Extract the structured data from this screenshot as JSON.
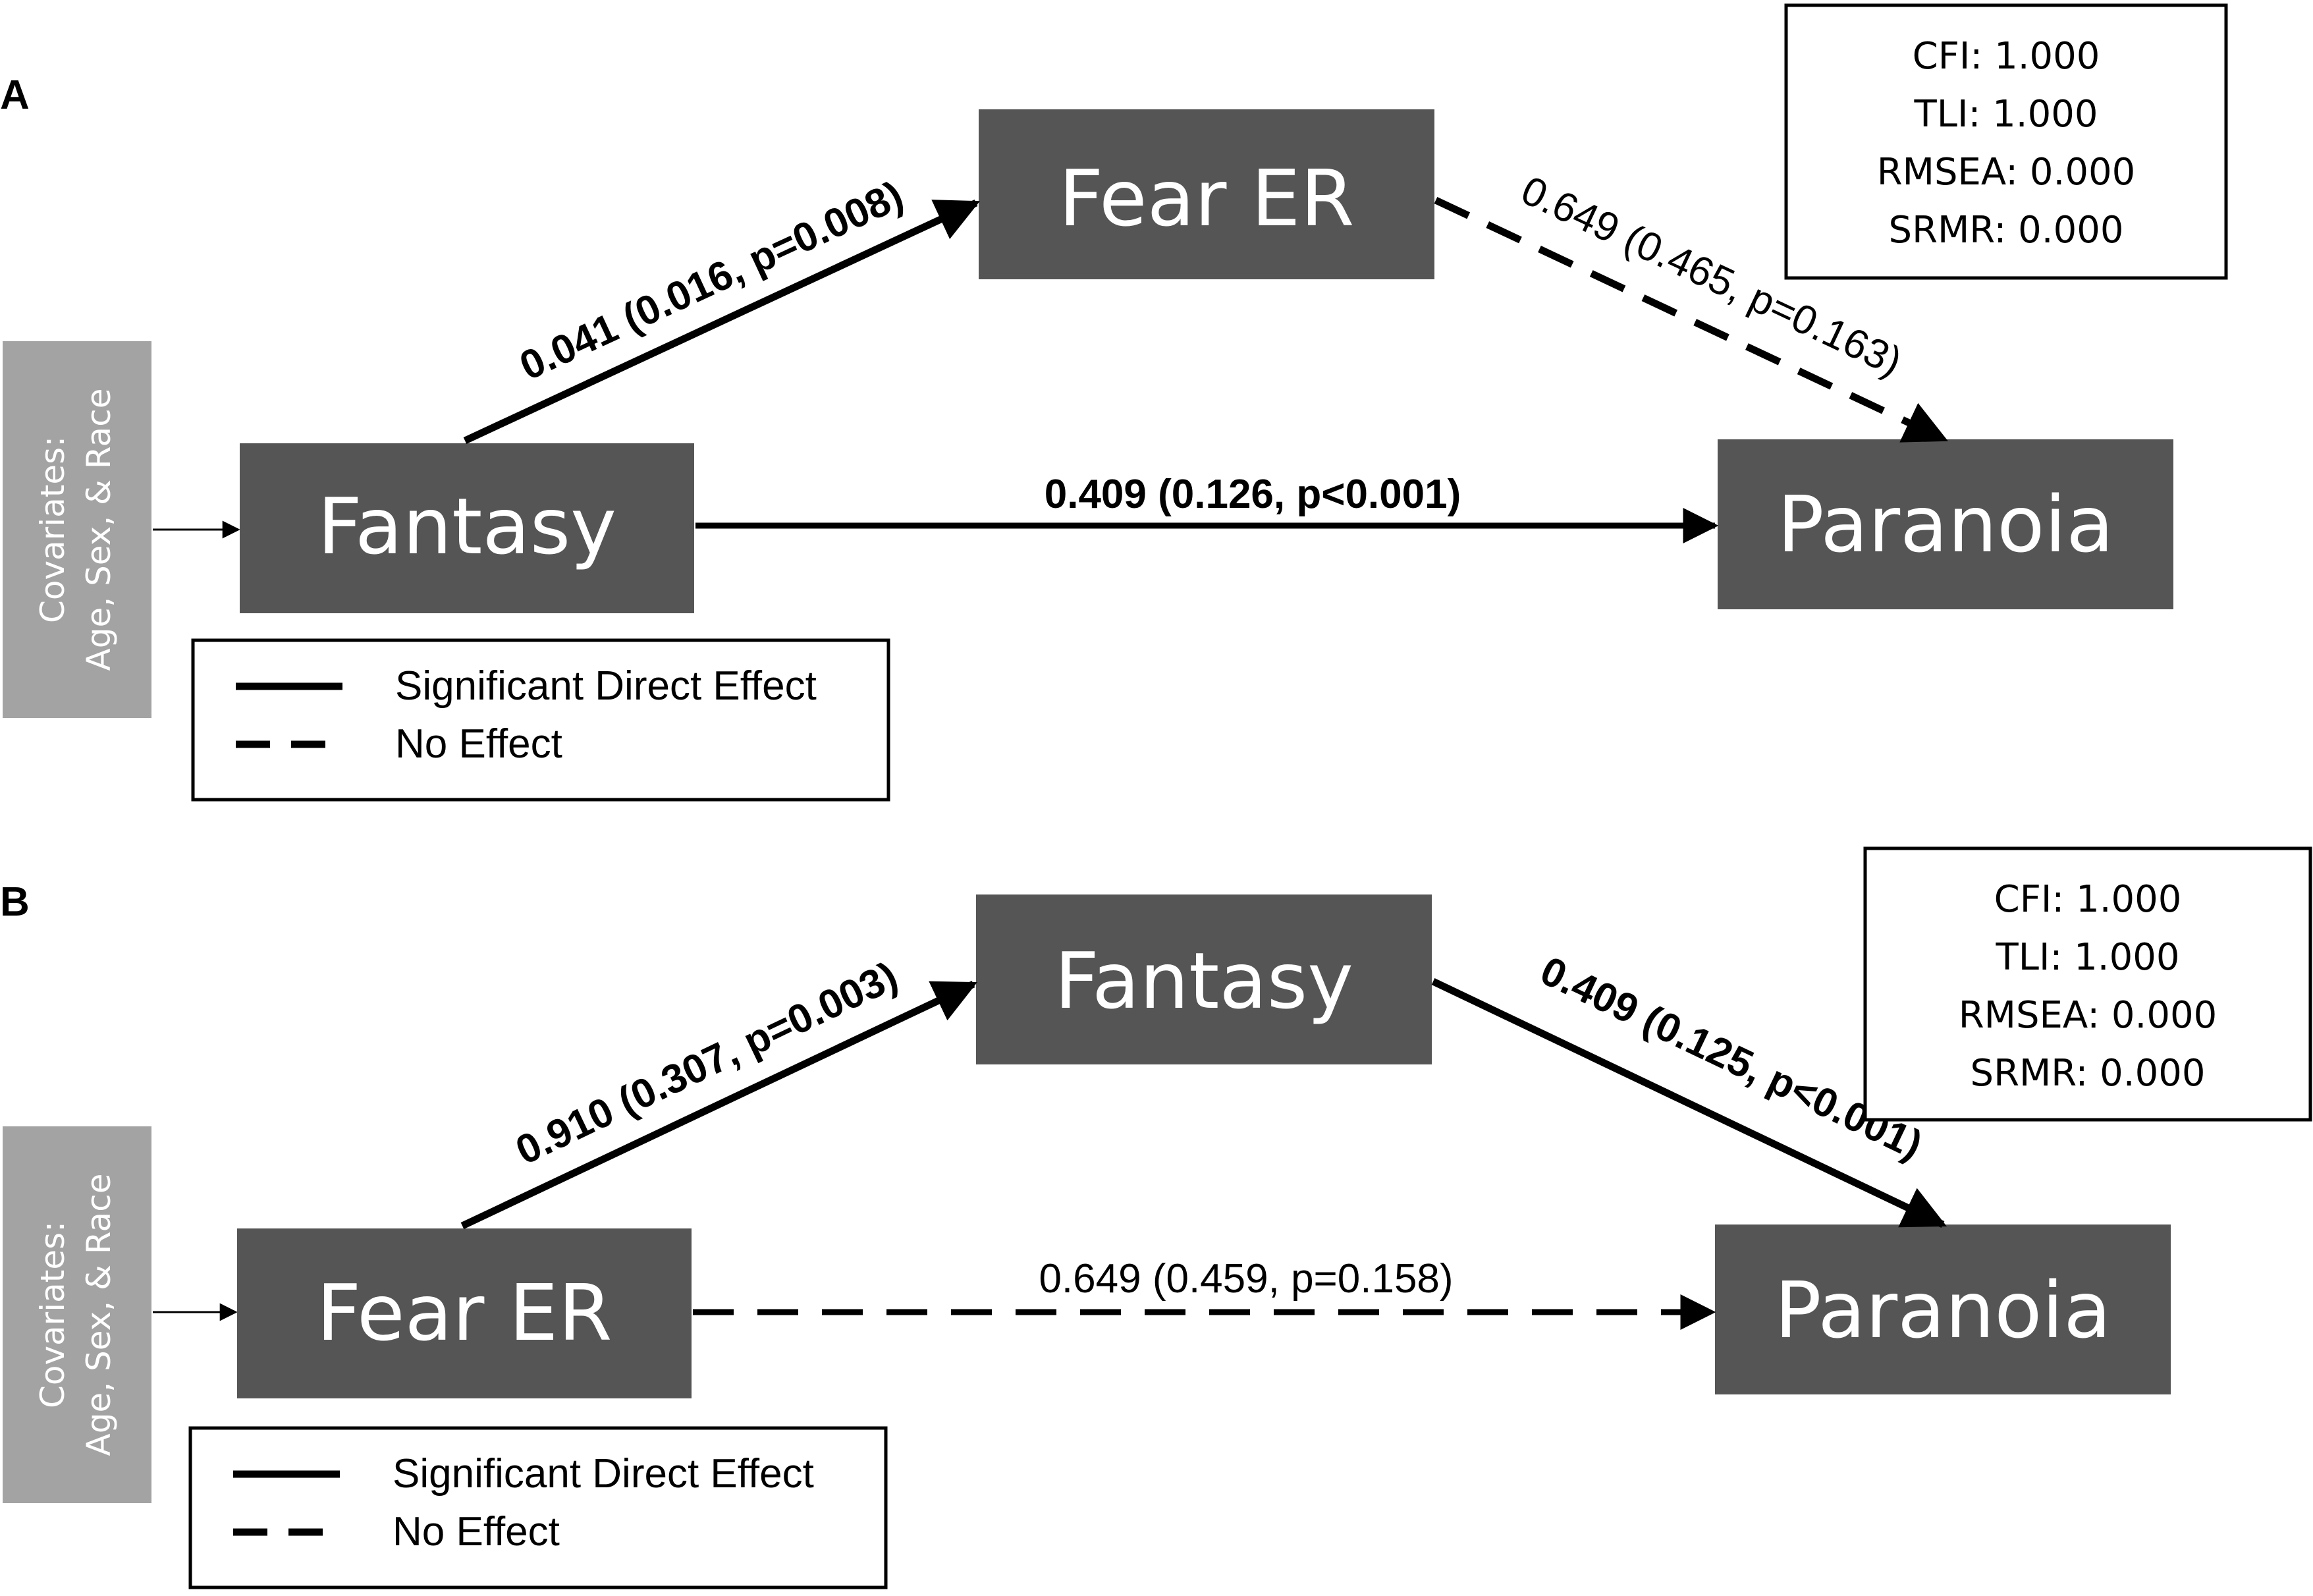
{
  "colors": {
    "box": "#555555",
    "covariate_box": "#a3a3a3",
    "line": "#000000",
    "text_on_box": "#ffffff"
  },
  "panelA": {
    "label": "A",
    "covariates": {
      "line1": "Covariates:",
      "line2": "Age, Sex, & Race"
    },
    "left_box": "Fantasy",
    "mid_box": "Fear ER",
    "right_box": "Paranoia",
    "path_left_mid": {
      "label": "0.041 (0.016, p=0.008)",
      "style": "solid"
    },
    "path_mid_right": {
      "label": "0.649 (0.465, p=0.163)",
      "style": "dashed"
    },
    "path_left_right": {
      "label": "0.409 (0.126, p<0.001)",
      "style": "solid"
    },
    "fit": {
      "cfi": "CFI: 1.000",
      "tli": "TLI: 1.000",
      "rmsea": "RMSEA: 0.000",
      "srmr": "SRMR: 0.000"
    },
    "legend": {
      "solid": "Significant Direct Effect",
      "dashed": "No Effect"
    }
  },
  "panelB": {
    "label": "B",
    "covariates": {
      "line1": "Covariates:",
      "line2": "Age, Sex, & Race"
    },
    "left_box": "Fear ER",
    "mid_box": "Fantasy",
    "right_box": "Paranoia",
    "path_left_mid": {
      "label": "0.910 (0.307, p=0.003)",
      "style": "solid"
    },
    "path_mid_right": {
      "label": "0.409 (0.125, p<0.001)",
      "style": "solid"
    },
    "path_left_right": {
      "label": "0.649 (0.459, p=0.158)",
      "style": "dashed"
    },
    "fit": {
      "cfi": "CFI: 1.000",
      "tli": "TLI: 1.000",
      "rmsea": "RMSEA: 0.000",
      "srmr": "SRMR: 0.000"
    },
    "legend": {
      "solid": "Significant Direct Effect",
      "dashed": "No Effect"
    }
  }
}
